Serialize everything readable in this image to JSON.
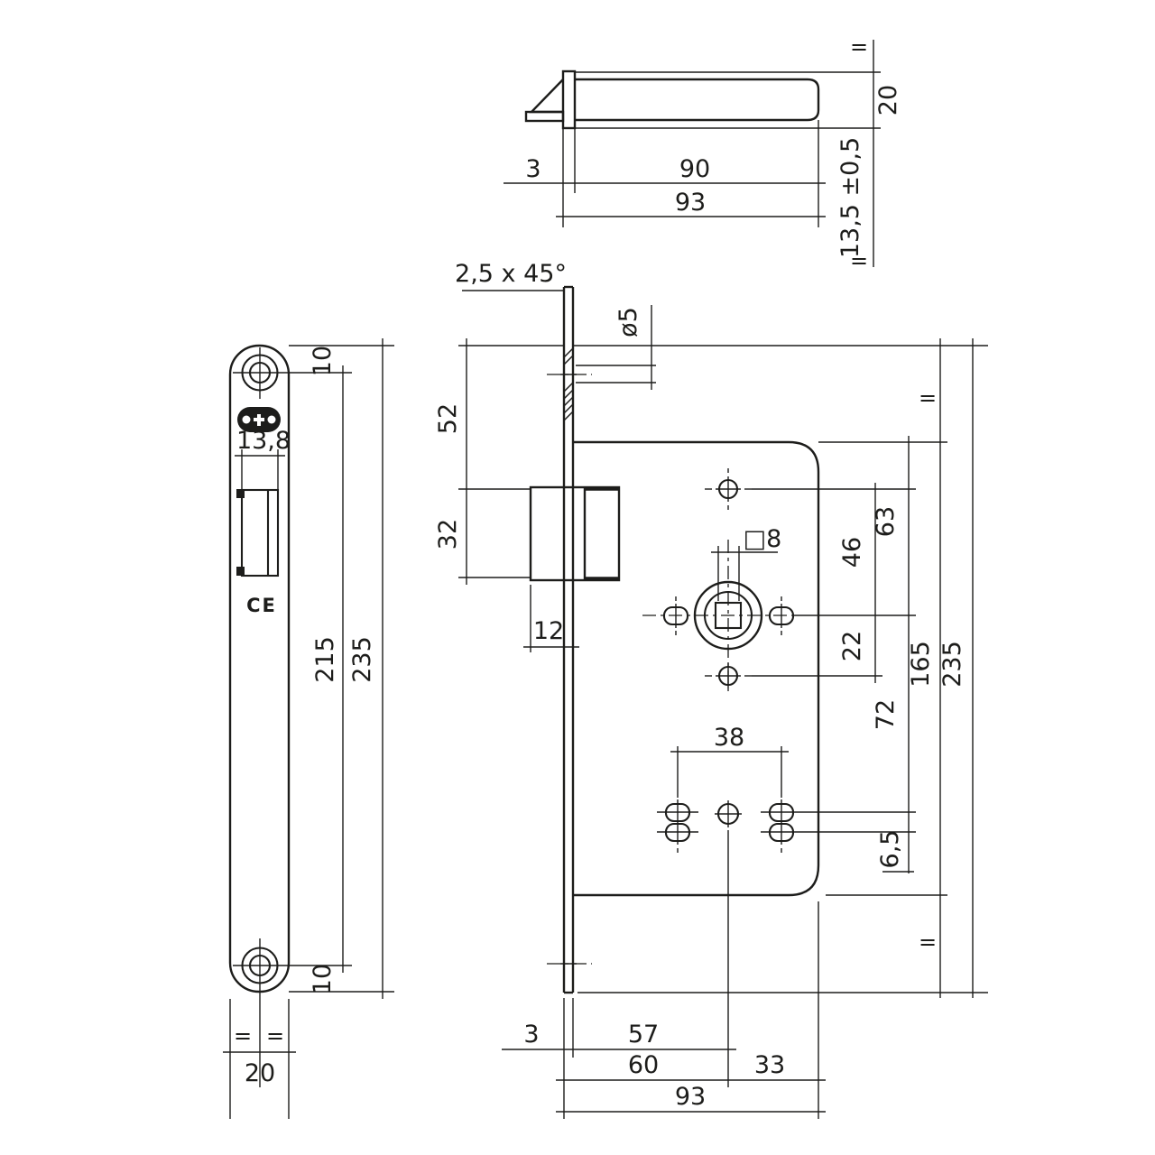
{
  "drawing": {
    "type": "mortise-lock dimensional drawing",
    "line_color": "#1d1d1b",
    "background_color": "#ffffff",
    "views": {
      "top": {
        "name": "top-section-view",
        "labels": {
          "eq_top": "=",
          "forend_width": "20",
          "latch_center_tol": "13,5 ±0,5",
          "eq_bottom": "=",
          "plate_thickness": "3",
          "case_depth": "90",
          "total_depth": "93"
        }
      },
      "left": {
        "name": "forend-front-view",
        "labels": {
          "hole_offset_top": "10",
          "latch_opening_width": "13,8",
          "ce_mark": "CE",
          "hole_span": "215",
          "plate_height": "235",
          "hole_offset_bottom": "10",
          "eq_left": "=",
          "eq_right": "=",
          "plate_width": "20"
        }
      },
      "main": {
        "name": "side-view-lock-case",
        "labels": {
          "chamfer": "2,5 x 45°",
          "screw_hole_dia": "ø5",
          "latch_top_offset": "52",
          "latch_height": "32",
          "latch_protrusion": "12",
          "spindle_square": "□8",
          "hub_hole_top": "46",
          "case_top_to_hub": "63",
          "hub_hole_bottom": "22",
          "case_height": "165",
          "forend_height": "235",
          "hub_to_lower_holes": "72",
          "lower_hole_span": "38",
          "lower_hole_offset": "6,5",
          "eq_top": "=",
          "eq_bottom": "=",
          "plate_thickness": "3",
          "backset_inner": "57",
          "backset_outer": "60",
          "center_to_back": "33",
          "total_depth": "93"
        }
      }
    }
  }
}
